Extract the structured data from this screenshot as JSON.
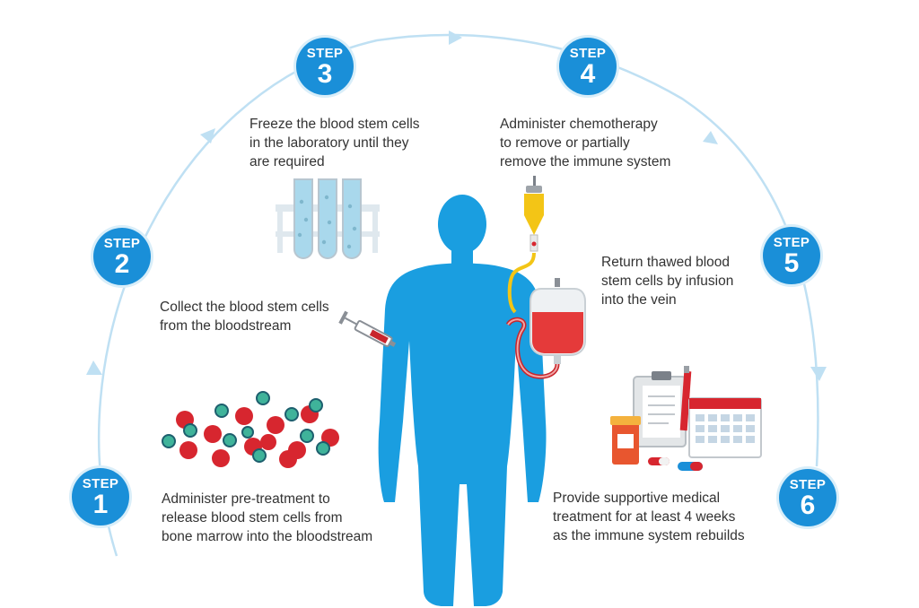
{
  "steps": [
    {
      "label": "STEP",
      "number": "1",
      "lines": [
        "Administer pre-treatment to",
        "release blood stem cells from",
        "bone marrow into the bloodstream"
      ]
    },
    {
      "label": "STEP",
      "number": "2",
      "lines": [
        "Collect the blood stem cells",
        "from the bloodstream"
      ]
    },
    {
      "label": "STEP",
      "number": "3",
      "lines": [
        "Freeze the blood stem cells",
        "in the laboratory until they",
        "are required"
      ]
    },
    {
      "label": "STEP",
      "number": "4",
      "lines": [
        "Administer chemotherapy",
        "to remove or partially",
        "remove the immune system"
      ]
    },
    {
      "label": "STEP",
      "number": "5",
      "lines": [
        "Return thawed blood",
        "stem cells by infusion",
        "into the vein"
      ]
    },
    {
      "label": "STEP",
      "number": "6",
      "lines": [
        "Provide supportive medical",
        "treatment for at least 4 weeks",
        "as the immune system rebuilds"
      ]
    }
  ],
  "colors": {
    "step_circle": "#1a8fd8",
    "human_figure": "#1a9ee0",
    "cycle_arc": "#bfe0f3",
    "red_cell": "#d7262f",
    "stem_cell": "#3fb39a",
    "text": "#333333"
  },
  "icons": [
    "human-figure-icon",
    "blood-cells-icon",
    "syringe-icon",
    "test-tubes-icon",
    "iv-drip-icon",
    "blood-bag-icon",
    "clipboard-calendar-icon"
  ]
}
